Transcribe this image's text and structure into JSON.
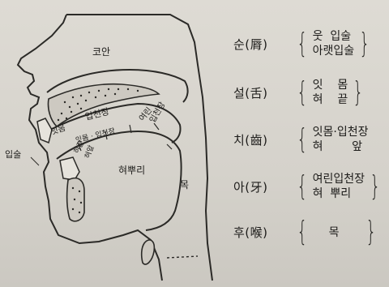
{
  "diagram": {
    "labels": {
      "nasal_cavity": "코안",
      "lips": "입술",
      "gums": "잇몸",
      "gums_hard_palate": "잇몸 · 입천장",
      "hard_palate": "입천장",
      "soft_palate_a": "여린",
      "soft_palate_b": "입천장",
      "tongue_tip": "혀끝",
      "tongue_front": "혀앞",
      "tongue_root": "혀뿌리",
      "throat": "목"
    }
  },
  "table": {
    "rows": [
      {
        "category": "순(脣)",
        "items": [
          "웃  입술",
          "아랫입술"
        ]
      },
      {
        "category": "설(舌)",
        "items": [
          "잇    몸",
          "혀    끝"
        ]
      },
      {
        "category": "치(齒)",
        "items": [
          "잇몸·입천장",
          "혀        앞"
        ]
      },
      {
        "category": "아(牙)",
        "items": [
          "여린입천장",
          "혀  뿌리"
        ]
      },
      {
        "category": "후(喉)",
        "items": [
          "목"
        ]
      }
    ]
  }
}
